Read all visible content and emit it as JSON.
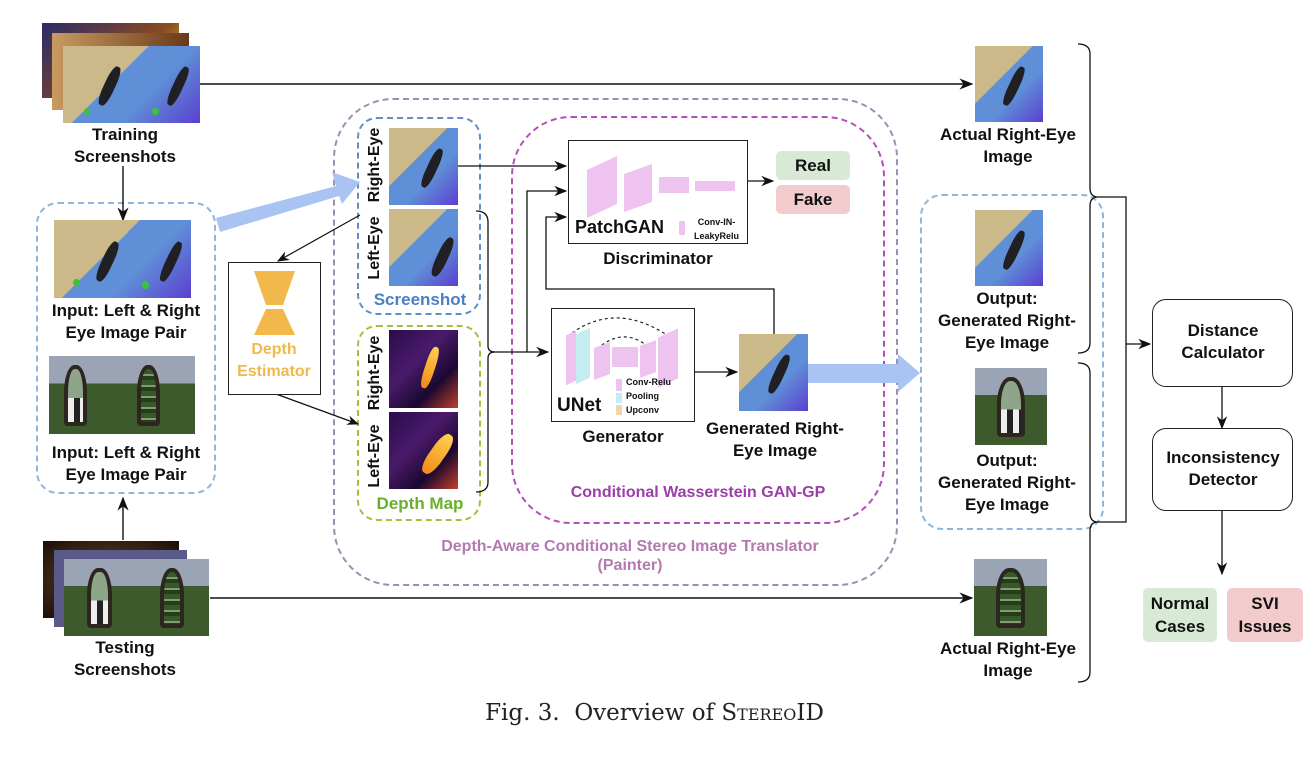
{
  "figure": {
    "caption_prefix": "Fig. 3.",
    "caption_text": "Overview of",
    "caption_name": "StereoID"
  },
  "left": {
    "training_label": "Training Screenshots",
    "testing_label": "Testing Screenshots",
    "input_pair_label_1": "Input: Left & Right Eye Image Pair",
    "input_pair_label_2": "Input: Left & Right Eye Image Pair"
  },
  "depth_estimator": {
    "label_line1": "Depth",
    "label_line2": "Estimator"
  },
  "screenshot_group": {
    "title": "Screenshot",
    "right_eye": "Right-Eye",
    "left_eye": "Left-Eye"
  },
  "depth_map_group": {
    "title": "Depth Map",
    "right_eye": "Right-Eye",
    "left_eye": "Left-Eye"
  },
  "discriminator": {
    "model": "PatchGAN",
    "legend": "Conv-IN-LeakyRelu",
    "caption": "Discriminator",
    "outputs": [
      "Real",
      "Fake"
    ]
  },
  "generator": {
    "model": "UNet",
    "legend": [
      "Conv-Relu",
      "Pooling",
      "Upconv"
    ],
    "caption": "Generator",
    "output_label": "Generated Right-Eye Image"
  },
  "groups": {
    "wgan": "Conditional Wasserstein GAN-GP",
    "painter_line1": "Depth-Aware Conditional Stereo Image Translator",
    "painter_line2": "(Painter)"
  },
  "right": {
    "actual_top": "Actual Right-Eye Image",
    "output_1": "Output: Generated Right-Eye Image",
    "output_2": "Output: Generated Right-Eye Image",
    "actual_bottom": "Actual Right-Eye Image"
  },
  "pipeline": {
    "distance": "Distance Calculator",
    "inconsistency": "Inconsistency Detector",
    "normal": "Normal Cases",
    "svi": "SVI Issues"
  },
  "colors": {
    "real_bg": "#d8ead6",
    "fake_bg": "#f2cccc",
    "depth_estimator": "#f2b84b",
    "screenshot_title": "#4a7fc4",
    "depth_map_title": "#6ab02c",
    "painter_text": "#b47ab0",
    "wgan_text": "#9a3fa8",
    "big_arrow": "#a9c4f2"
  }
}
